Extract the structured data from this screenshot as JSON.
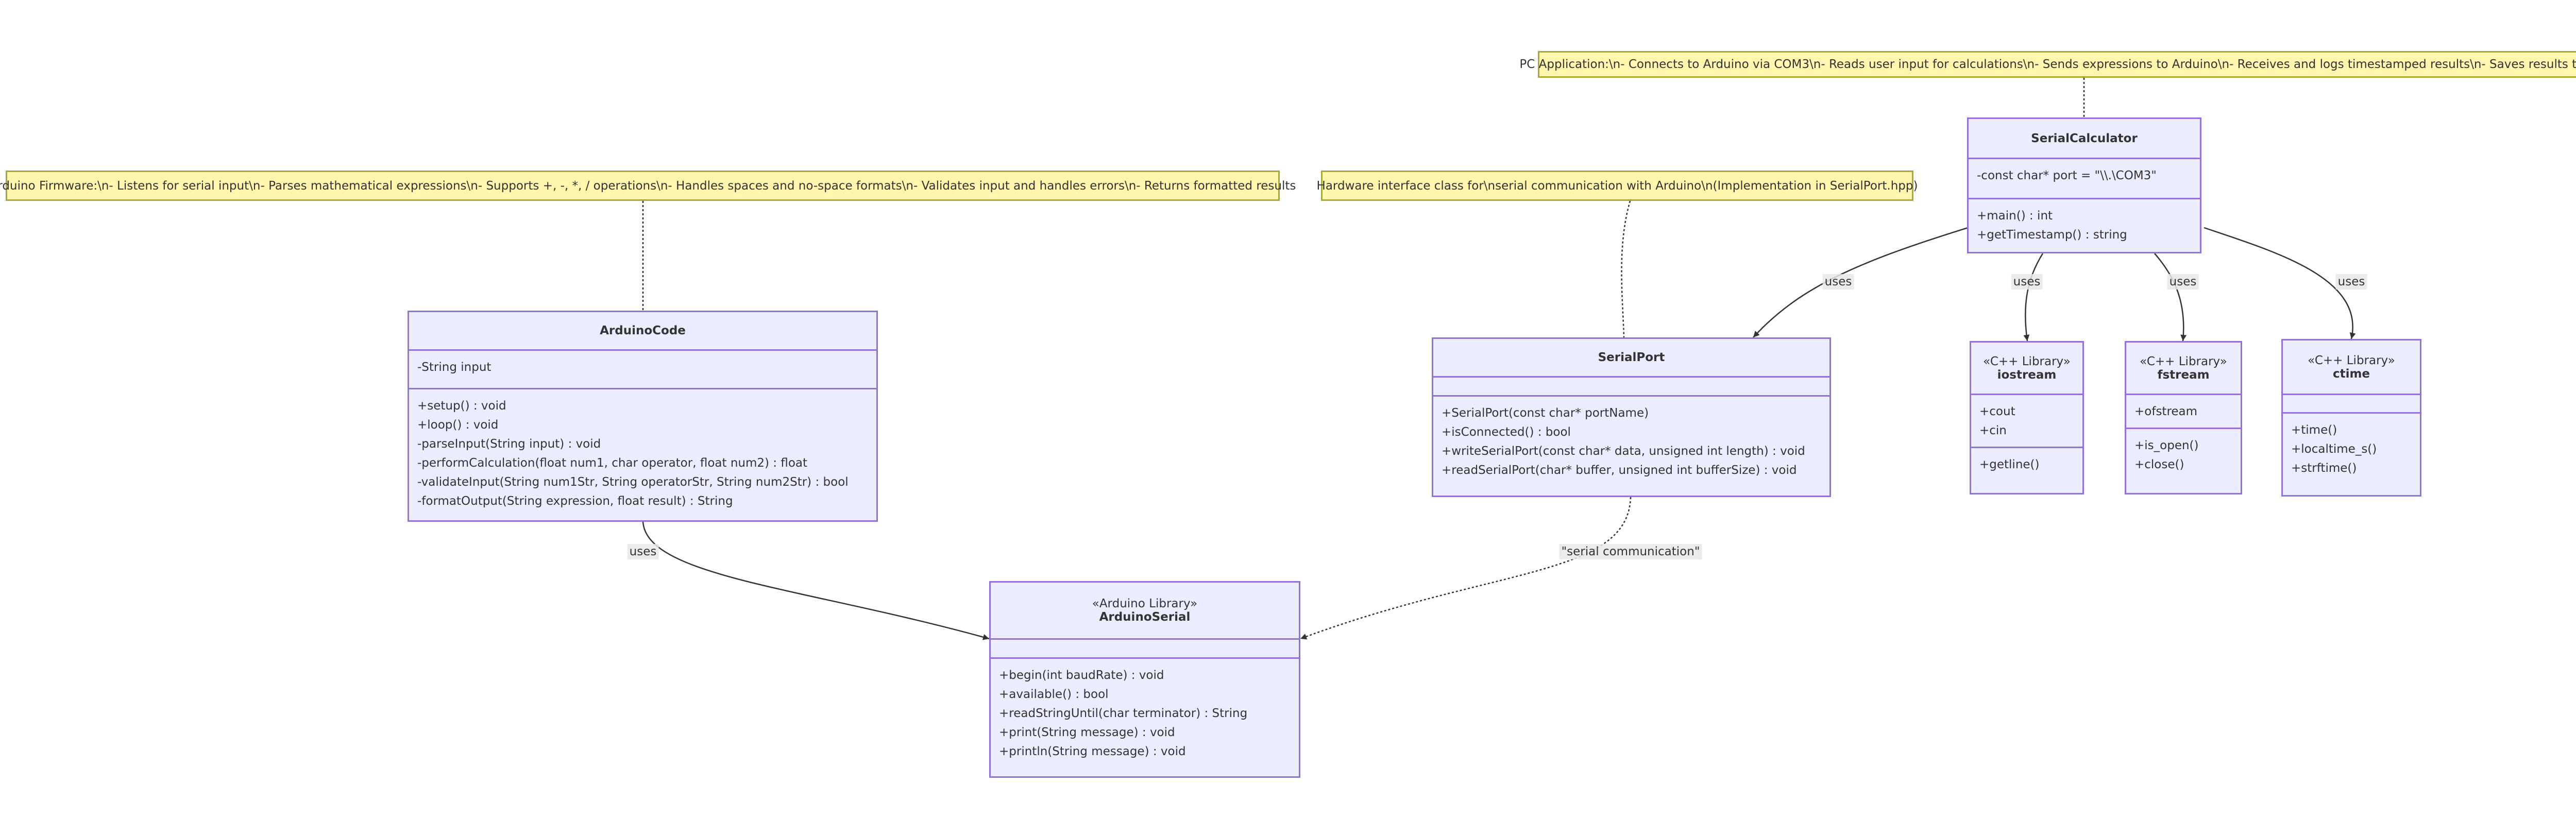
{
  "notes": {
    "pc_app": "PC Application:\\n- Connects to Arduino via COM3\\n- Reads user input for calculations\\n- Sends expressions to Arduino\\n- Receives and logs timestamped results\\n- Saves results to results.txt",
    "arduino_fw": "Arduino Firmware:\\n- Listens for serial input\\n- Parses mathematical expressions\\n- Supports +, -, *, / operations\\n- Handles spaces and no-space formats\\n- Validates input and handles errors\\n- Returns formatted results",
    "hw_interface": "Hardware interface class for\\nserial communication with Arduino\\n(Implementation in SerialPort.hpp)"
  },
  "classes": {
    "serial_calculator": {
      "name": "SerialCalculator",
      "attributes": [
        "-const char* port = \"\\\\.\\COM3\""
      ],
      "operations": [
        "+main() : int",
        "+getTimestamp() : string"
      ]
    },
    "arduino_code": {
      "name": "ArduinoCode",
      "attributes": [
        "-String input"
      ],
      "operations": [
        "+setup() : void",
        "+loop() : void",
        "-parseInput(String input) : void",
        "-performCalculation(float num1, char operator, float num2) : float",
        "-validateInput(String num1Str, String operatorStr, String num2Str) : bool",
        "-formatOutput(String expression, float result) : String"
      ]
    },
    "serial_port": {
      "name": "SerialPort",
      "attributes": [],
      "operations": [
        "+SerialPort(const char* portName)",
        "+isConnected() : bool",
        "+writeSerialPort(const char* data, unsigned int length) : void",
        "+readSerialPort(char* buffer, unsigned int bufferSize) : void"
      ]
    },
    "iostream": {
      "stereotype": "«C++ Library»",
      "name": "iostream",
      "attributes": [
        "+cout",
        "+cin"
      ],
      "operations": [
        "+getline()"
      ]
    },
    "fstream": {
      "stereotype": "«C++ Library»",
      "name": "fstream",
      "attributes": [
        "+ofstream"
      ],
      "operations": [
        "+is_open()",
        "+close()"
      ]
    },
    "ctime": {
      "stereotype": "«C++ Library»",
      "name": "ctime",
      "attributes": [],
      "operations": [
        "+time()",
        "+localtime_s()",
        "+strftime()"
      ]
    },
    "arduino_serial": {
      "stereotype": "«Arduino Library»",
      "name": "ArduinoSerial",
      "attributes": [],
      "operations": [
        "+begin(int baudRate) : void",
        "+available() : bool",
        "+readStringUntil(char terminator) : String",
        "+print(String message) : void",
        "+println(String message) : void"
      ]
    }
  },
  "edge_labels": {
    "uses_serialport": "uses",
    "uses_iostream": "uses",
    "uses_fstream": "uses",
    "uses_ctime": "uses",
    "uses_arduinoserial": "uses",
    "serial_comm": "\"serial communication\""
  },
  "colors": {
    "class_fill": "#ececff",
    "class_border": "#9370db",
    "note_fill": "#fff5ad",
    "note_border": "#aaaa33",
    "edge": "#333333"
  }
}
